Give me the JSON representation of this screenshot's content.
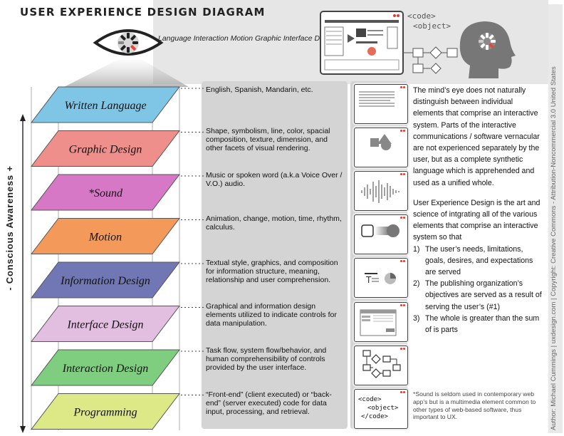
{
  "title": "USER EXPERIENCE DESIGN DIAGRAM",
  "tagline": "Language Interaction Motion Graphic Interface Design",
  "code_tags": [
    "<code>",
    "<object>"
  ],
  "axis_label": "- Conscious Awareness +",
  "credit": "Author: Michael Cummings | uxdesign.com | Copyright: Creative Commons - Attribution-Noncommercial 3.0 United States",
  "layers": [
    {
      "name": "Written Language",
      "color": "#7fc6e6",
      "desc": "English, Spanish, Mandarin, etc."
    },
    {
      "name": "Graphic Design",
      "color": "#ee8f8c",
      "desc": "Shape, symbolism, line, color, spacial composition, texture, dimension, and other facets of visual rendering."
    },
    {
      "name": "*Sound",
      "color": "#d678c5",
      "desc": "Music or spoken word (a.k.a Voice Over / V.O.) audio."
    },
    {
      "name": "Motion",
      "color": "#f39a5a",
      "desc": "Animation, change, motion, time, rhythm, calculus."
    },
    {
      "name": "Information Design",
      "color": "#7177b5",
      "desc": "Textual style, graphics, and composition for information structure, meaning, relationship and user comprehension."
    },
    {
      "name": "Interface Design",
      "color": "#e2bee0",
      "desc": "Graphical and information design elements utilized to indicate controls for data manipulation."
    },
    {
      "name": "Interaction Design",
      "color": "#7fce7f",
      "desc": "Task flow, system flow/behavior, and human comprehensibility of controls provided by the user interface."
    },
    {
      "name": "Programming",
      "color": "#dde887",
      "desc": "“Front-end” (client executed) or “back-end” (server executed) code for data input, processing, and retrieval."
    }
  ],
  "thumb_code": [
    "<code>",
    "<object>",
    "</code>"
  ],
  "body": {
    "para1": "The mind’s eye does not naturally distinguish between individual elements that comprise an interactive system.  Parts of the interactive communications / software vernacular are not experienced separately by the user, but as a complete synthetic language which is apprehended and used as a unified whole.",
    "para2": "User Experience Design is the art and science of intgrating all of the various elements that comprise an interactive system so that",
    "list": [
      {
        "n": "1)",
        "text": "The user’s needs, limitations, goals, desires, and expectations are served"
      },
      {
        "n": "2)",
        "text": "The publishing organization’s objectives are served as a result of serving the user’s (#1)"
      },
      {
        "n": "3)",
        "text": "The whole is greater than the sum of is parts"
      }
    ]
  },
  "footnote": "*Sound is seldom used in contemporary web app’s but is a multimedia element common to other types of web-based software, thus important to UX."
}
